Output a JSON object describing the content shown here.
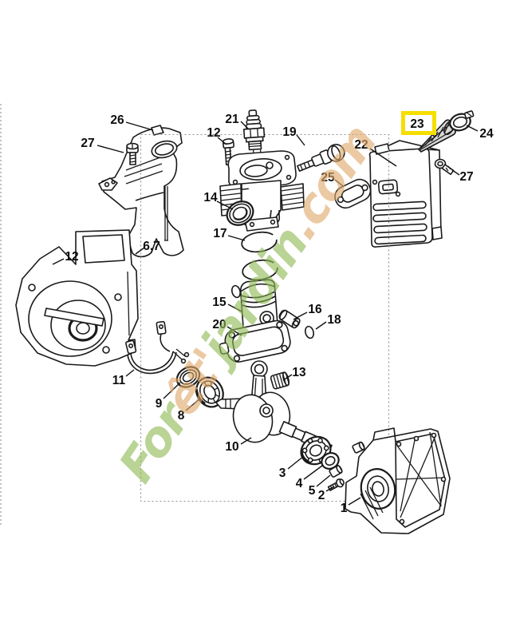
{
  "watermark": {
    "seg1": "For",
    "seg2": "êt'",
    "seg3": "jardin",
    "seg4": ".com",
    "green": "#8fba55",
    "orange": "#e0a96a"
  },
  "highlight": {
    "label": "23",
    "box_color": "#f6de00"
  },
  "callouts": {
    "c1": "1",
    "c2": "2",
    "c3": "3",
    "c4": "4",
    "c5": "5",
    "c6_7": "6,7",
    "c8": "8",
    "c9": "9",
    "c10": "10",
    "c11": "11",
    "c12_top": "12",
    "c12_left": "12",
    "c13": "13",
    "c14": "14",
    "c15": "15",
    "c16": "16",
    "c17": "17",
    "c18": "18",
    "c19": "19",
    "c20": "20",
    "c21": "21",
    "c22": "22",
    "c23": "23",
    "c24": "24",
    "c25": "25",
    "c26": "26",
    "c27_left": "27",
    "c27_right": "27"
  }
}
